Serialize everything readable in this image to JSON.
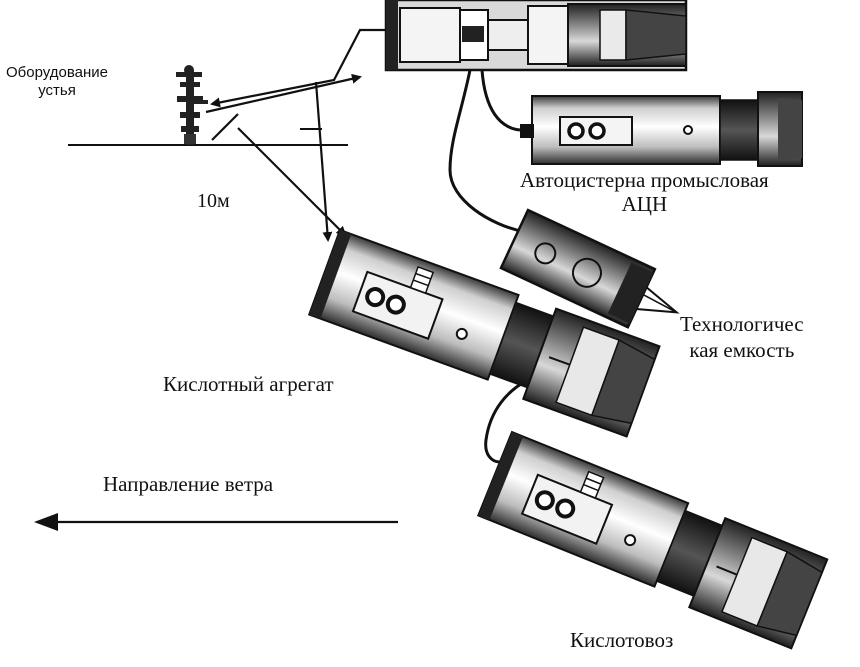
{
  "labels": {
    "wellhead_line1": "Оборудование",
    "wellhead_line2": "устья",
    "distance": "10м",
    "tanker_line1": "Автоцистерна промысловая",
    "tanker_line2": "АЦН",
    "tank_line1": "Технологичес",
    "tank_line2": "кая емкость",
    "acid_unit": "Кислотный агрегат",
    "wind": "Направление ветра",
    "acid_carrier": "Кислотовоз"
  },
  "colors": {
    "ink": "#111111",
    "body_light": "#f2f2f2",
    "body_dark": "#2a2a2a",
    "window": "#eaeaea"
  }
}
